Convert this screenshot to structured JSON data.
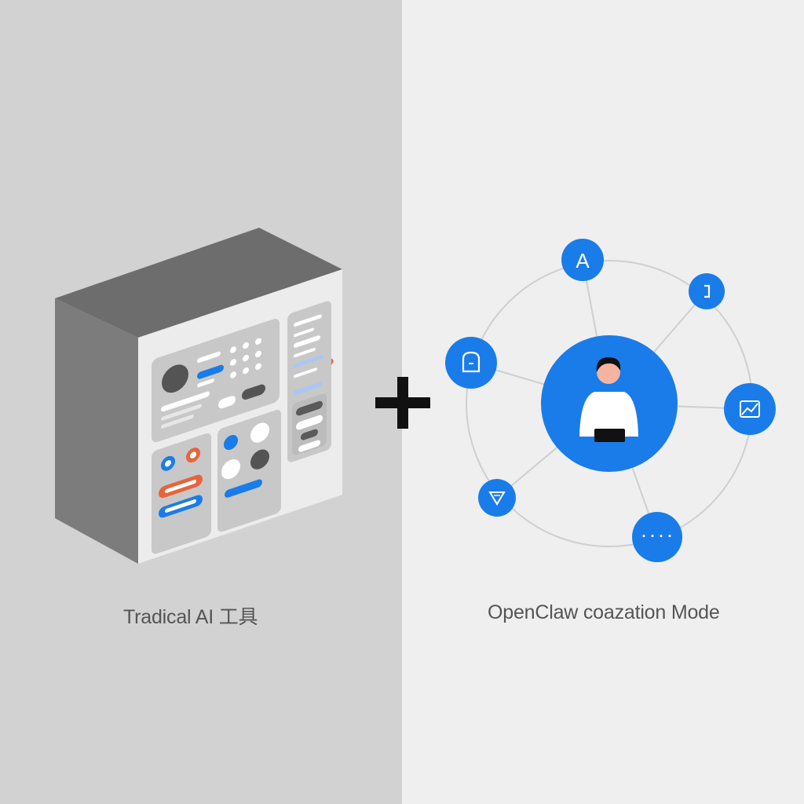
{
  "left_panel": {
    "caption": "Tradical AI 工具",
    "window_dots": [
      "#c7c7c7",
      "#f2a93b",
      "#38b35c",
      "#e8643c"
    ]
  },
  "right_panel": {
    "caption": "OpenClaw coazation Mode",
    "accent_color": "#1a7ce8",
    "satellites": [
      {
        "icon": "letter-a-icon",
        "glyph": "A"
      },
      {
        "icon": "bracket-icon"
      },
      {
        "icon": "lock-icon"
      },
      {
        "icon": "chart-card-icon"
      },
      {
        "icon": "shield-icon"
      },
      {
        "icon": "more-dots-icon",
        "glyph": "· · · ·"
      }
    ]
  },
  "center_symbol": "plus-icon"
}
